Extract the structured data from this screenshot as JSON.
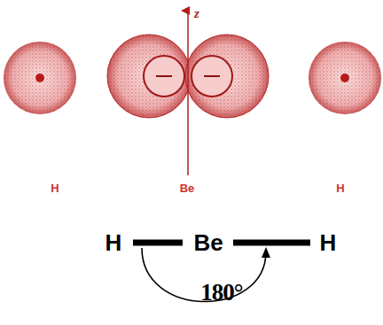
{
  "diagram": {
    "labels": [
      "z",
      "H",
      "Be",
      "H",
      "H",
      "Be",
      "H",
      "180°"
    ]
  }
}
